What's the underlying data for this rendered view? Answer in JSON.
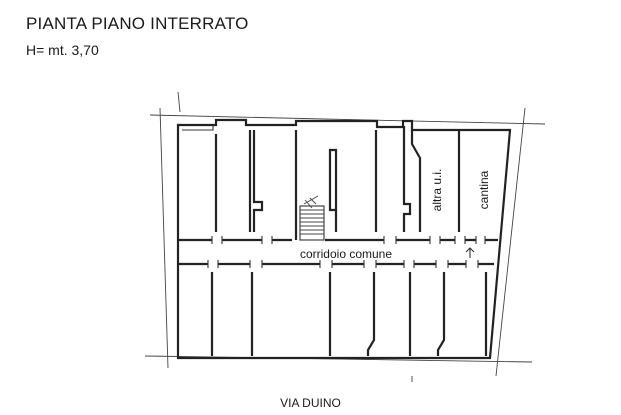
{
  "header": {
    "title": "PIANTA PIANO INTERRATO",
    "height_label": "H= mt. 3,70"
  },
  "plan": {
    "corridor_label": "corridoio comune",
    "room_labels": [
      "altra u.i.",
      "cantina"
    ]
  },
  "footer": {
    "street_label": "VIA DUINO"
  }
}
